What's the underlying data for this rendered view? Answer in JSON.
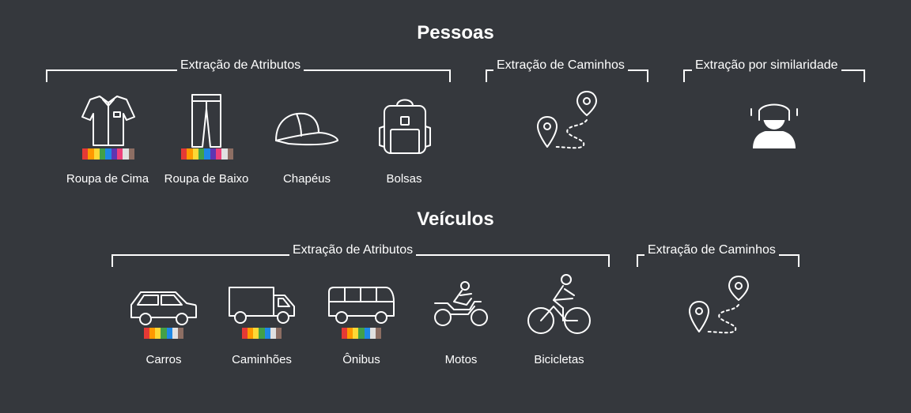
{
  "pessoas": {
    "title": "Pessoas",
    "groups": [
      {
        "label": "Extração de Atributos"
      },
      {
        "label": "Extração de Caminhos"
      },
      {
        "label": "Extração por similaridade"
      }
    ],
    "items": [
      {
        "label": "Roupa de Cima",
        "icon": "shirt-icon"
      },
      {
        "label": "Roupa de Baixo",
        "icon": "pants-icon"
      },
      {
        "label": "Chapéus",
        "icon": "cap-icon"
      },
      {
        "label": "Bolsas",
        "icon": "backpack-icon"
      }
    ],
    "path_icon": "route-pins-icon",
    "similarity_icon": "person-face-scan-icon"
  },
  "veiculos": {
    "title": "Veículos",
    "groups": [
      {
        "label": "Extração de Atributos"
      },
      {
        "label": "Extração de Caminhos"
      }
    ],
    "items": [
      {
        "label": "Carros",
        "icon": "car-icon"
      },
      {
        "label": "Caminhões",
        "icon": "truck-icon"
      },
      {
        "label": "Ônibus",
        "icon": "bus-icon"
      },
      {
        "label": "Motos",
        "icon": "motorcycle-icon"
      },
      {
        "label": "Bicicletas",
        "icon": "bicycle-icon"
      }
    ],
    "path_icon": "route-pins-icon"
  },
  "palette_colors": [
    "#e53935",
    "#ff9800",
    "#fdd835",
    "#43a047",
    "#1e88e5",
    "#5e35b1",
    "#ec407a",
    "#e0e0e0",
    "#8d6e63"
  ]
}
